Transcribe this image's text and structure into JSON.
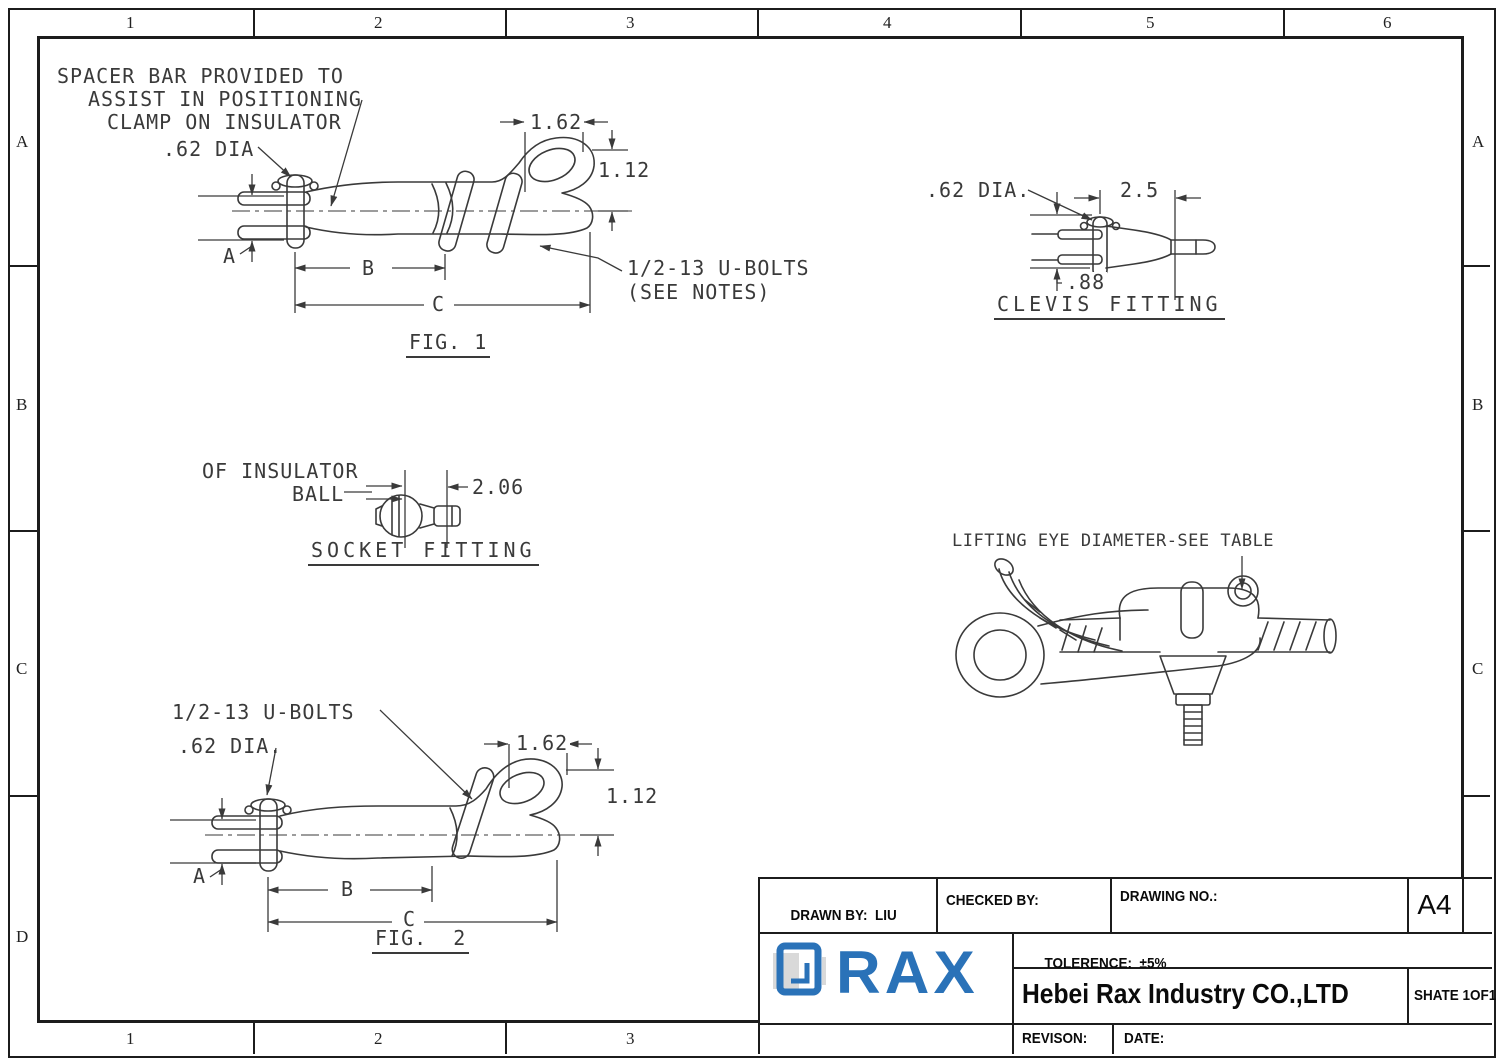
{
  "page": {
    "line_color": "#3a3a3a",
    "logo_blue": "#2a72b8"
  },
  "border": {
    "top_zones": [
      "1",
      "2",
      "3",
      "4",
      "5",
      "6"
    ],
    "bottom_zones": [
      "1",
      "2",
      "3"
    ],
    "left_zones": [
      "A",
      "B",
      "C",
      "D"
    ],
    "right_zones": [
      "A",
      "B",
      "C"
    ]
  },
  "fig1": {
    "note_line1": "SPACER BAR PROVIDED TO",
    "note_line2": "ASSIST IN POSITIONING",
    "note_line3": "CLAMP ON INSULATOR",
    "pin_dia": ".62 DIA",
    "dim_width": "1.62",
    "dim_height": "1.12",
    "dim_a": "A",
    "dim_b": "B",
    "dim_c": "C",
    "ubolt_line1": "1/2-13 U-BOLTS",
    "ubolt_line2": "(SEE NOTES)",
    "caption": "FIG. 1"
  },
  "clevis": {
    "pin_dia": ".62 DIA.",
    "dim_width": "2.5",
    "dim_height": ".88",
    "caption": "CLEVIS FITTING"
  },
  "socket": {
    "note_line1": "OF INSULATOR",
    "note_line2": "BALL",
    "dim_length": "2.06",
    "caption": "SOCKET FITTING"
  },
  "lifting": {
    "callout": "LIFTING EYE DIAMETER-SEE TABLE"
  },
  "fig2": {
    "ubolt_note": "1/2-13 U-BOLTS",
    "pin_dia": ".62 DIA.",
    "dim_width": "1.62",
    "dim_height": "1.12",
    "dim_a": "A",
    "dim_b": "B",
    "dim_c": "C",
    "caption": "FIG.  2"
  },
  "title_block": {
    "drawn_by_label": "DRAWN BY:",
    "drawn_by_value": "LIU",
    "checked_by_label": "CHECKED BY:",
    "drawing_no_label": "DRAWING NO.:",
    "paper_size": "A4",
    "tolerance_label": "TOLERENCE:",
    "tolerance_value": "±5%",
    "company": "Hebei Rax Industry CO.,LTD",
    "sheet": "SHATE 1OF1",
    "revision_label": "REVISON:",
    "date_label": "DATE:",
    "logo_text": "RAX"
  }
}
